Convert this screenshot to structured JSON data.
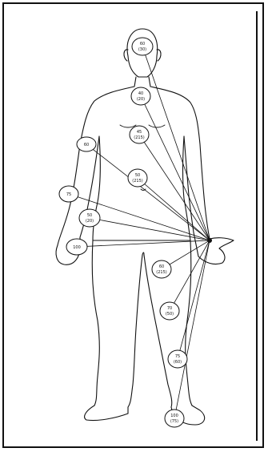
{
  "colors": {
    "ink": "#111111",
    "paper": "#ffffff"
  },
  "markers": [
    {
      "id": "head",
      "top": "60",
      "bottom": "(30)"
    },
    {
      "id": "neck",
      "top": "40",
      "bottom": "(20)"
    },
    {
      "id": "chest",
      "top": "45",
      "bottom": "(215)"
    },
    {
      "id": "upper-arm",
      "top": "60",
      "bottom": ""
    },
    {
      "id": "abdomen",
      "top": "50",
      "bottom": "(215)"
    },
    {
      "id": "elbow",
      "top": "75",
      "bottom": ""
    },
    {
      "id": "hip",
      "top": "50",
      "bottom": "(20)"
    },
    {
      "id": "wrist",
      "top": "100",
      "bottom": ""
    },
    {
      "id": "thigh",
      "top": "60",
      "bottom": "(215)"
    },
    {
      "id": "knee",
      "top": "70",
      "bottom": "(50)"
    },
    {
      "id": "shin",
      "top": "75",
      "bottom": "(60)"
    },
    {
      "id": "ankle",
      "top": "100",
      "bottom": "(75)"
    }
  ]
}
